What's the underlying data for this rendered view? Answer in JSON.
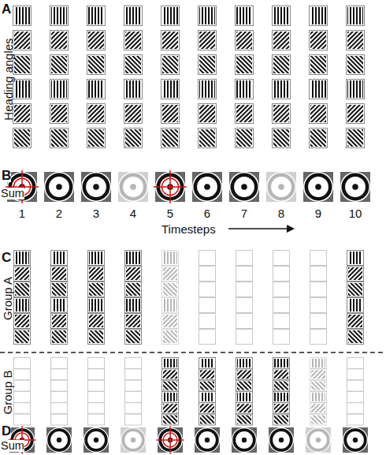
{
  "diagram": {
    "labels": [
      "A",
      "Heading angles",
      "B",
      "Sum",
      "1",
      "2",
      "3",
      "4",
      "5",
      "6",
      "7",
      "8",
      "9",
      "10",
      "Timesteps",
      "C",
      "Group A",
      "Group B",
      "D",
      "Sum"
    ]
  }
}
